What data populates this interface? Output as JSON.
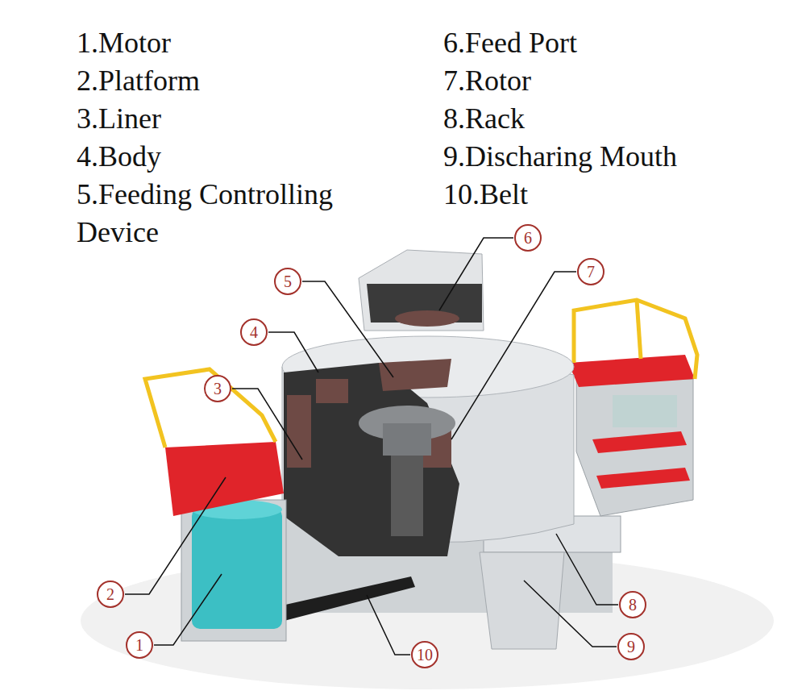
{
  "diagram": {
    "nodes": [
      {
        "text": [
          "6"
        ]
      },
      {
        "text": [
          "7"
        ]
      },
      {
        "text": [
          "5"
        ]
      },
      {
        "text": [
          "4"
        ]
      },
      {
        "text": [
          "3"
        ]
      },
      {
        "text": [
          "2"
        ]
      },
      {
        "text": [
          "8"
        ]
      },
      {
        "text": [
          "1"
        ]
      },
      {
        "text": [
          "9"
        ]
      },
      {
        "text": [
          "10"
        ]
      }
    ],
    "labels": [
      "1.Motor",
      "2.Platform",
      "3.Liner",
      "4.Body",
      "5.Feeding Controlling Device",
      "6.Feed Port",
      "7.Rotor",
      "8.Rack",
      "9.Discharing Mouth",
      "10.Belt"
    ]
  }
}
